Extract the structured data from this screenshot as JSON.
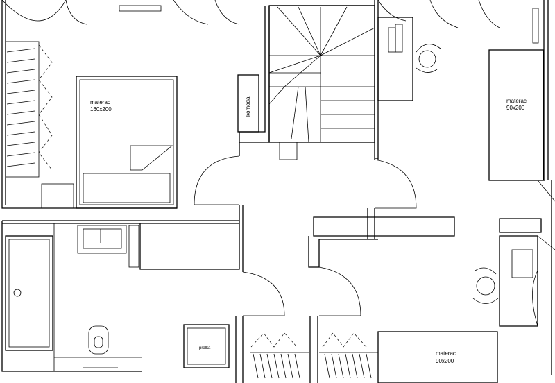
{
  "labels": {
    "bed_double": {
      "name": "materac",
      "size": "160x200"
    },
    "bed_single_top": {
      "name": "materac",
      "size": "90x200"
    },
    "bed_single_bottom": {
      "name": "materac",
      "size": "90x200"
    },
    "dresser": "komoda",
    "washer": "pralka"
  }
}
